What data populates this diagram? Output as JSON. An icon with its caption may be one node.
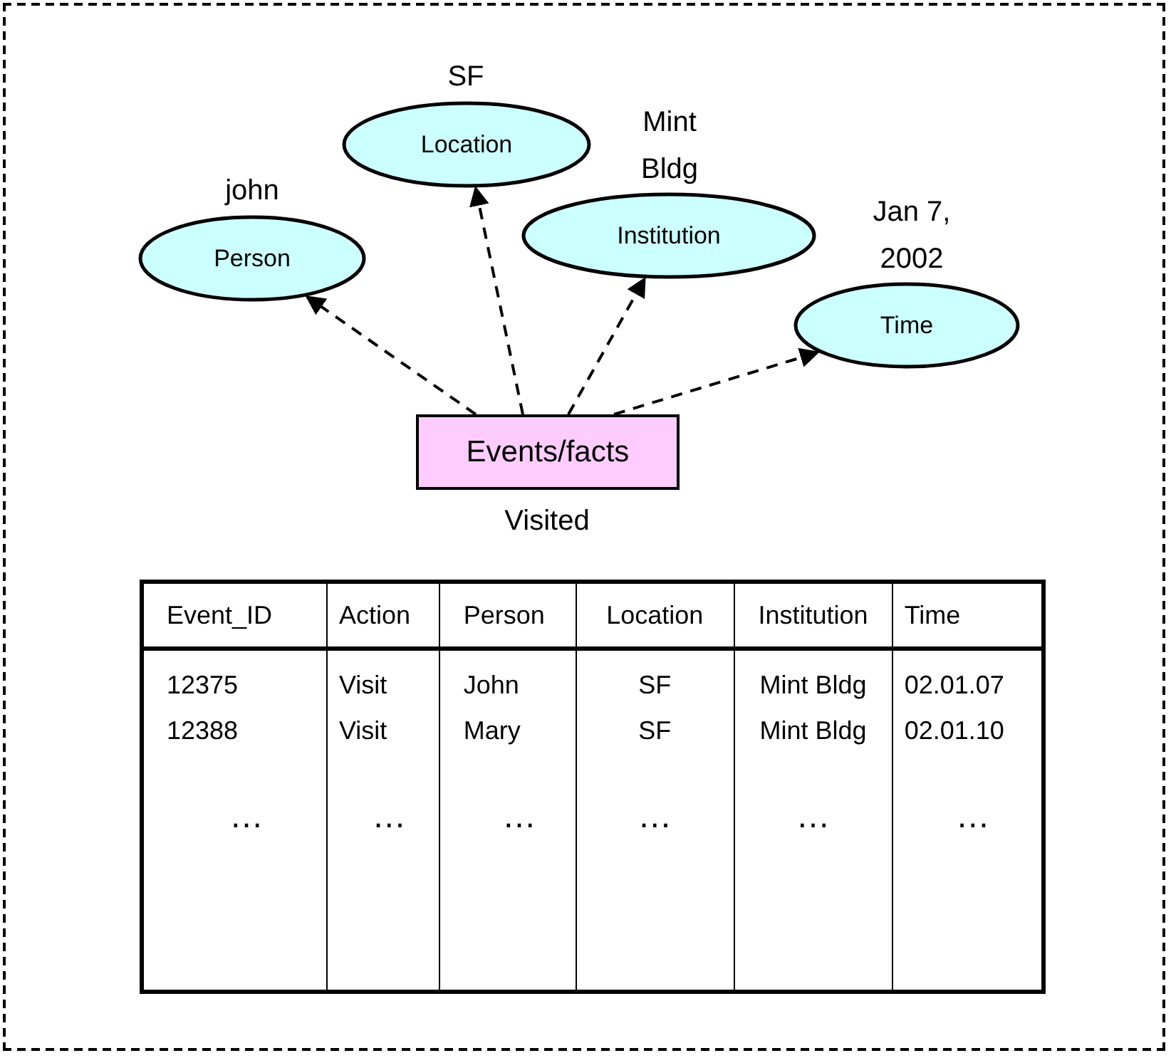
{
  "diagram": {
    "nodes": [
      {
        "text": [
          "Person"
        ],
        "beside": [
          "john"
        ]
      },
      {
        "text": [
          "Location"
        ],
        "beside": [
          "SF"
        ]
      },
      {
        "text": [
          "Institution"
        ],
        "beside": [
          "Mint Bldg"
        ]
      },
      {
        "text": [
          "Time"
        ],
        "beside": [
          "Jan 7, 2002"
        ]
      },
      {
        "text": [
          "Events/facts"
        ],
        "beside": [
          "Visited"
        ]
      }
    ],
    "edges": [
      {
        "from": 4,
        "to": 0,
        "arrow": "to",
        "style": "dashed"
      },
      {
        "from": 4,
        "to": 1,
        "arrow": "to",
        "style": "dashed"
      },
      {
        "from": 4,
        "to": 2,
        "arrow": "to",
        "style": "dashed"
      },
      {
        "from": 4,
        "to": 3,
        "arrow": "to",
        "style": "dashed"
      }
    ],
    "labels": [
      "Event_ID",
      "Action",
      "Person",
      "Location",
      "Institution",
      "Time",
      "12375",
      "Visit",
      "John",
      "SF",
      "Mint Bldg",
      "02.01.07",
      "12388",
      "Visit",
      "Mary",
      "SF",
      "Mint Bldg",
      "02.01.10",
      "…",
      "…",
      "…",
      "…",
      "…",
      "…"
    ]
  }
}
